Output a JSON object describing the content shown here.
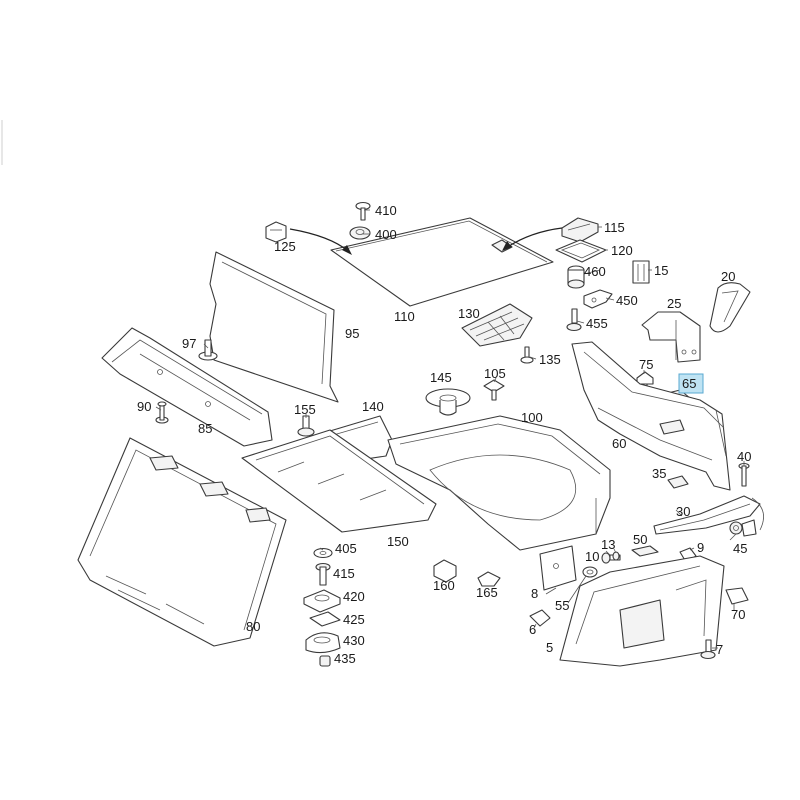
{
  "diagram": {
    "highlight_color": "#bfe3f3",
    "line_color": "#3a3a3a",
    "callouts": [
      {
        "id": "p110",
        "label": "110"
      },
      {
        "id": "p125",
        "label": "125"
      },
      {
        "id": "p410",
        "label": "410"
      },
      {
        "id": "p400",
        "label": "400"
      },
      {
        "id": "p115",
        "label": "115"
      },
      {
        "id": "p120",
        "label": "120"
      },
      {
        "id": "p460",
        "label": "460"
      },
      {
        "id": "p15",
        "label": "15"
      },
      {
        "id": "p20",
        "label": "20"
      },
      {
        "id": "p450",
        "label": "450"
      },
      {
        "id": "p455",
        "label": "455"
      },
      {
        "id": "p25",
        "label": "25"
      },
      {
        "id": "p95",
        "label": "95"
      },
      {
        "id": "p130",
        "label": "130"
      },
      {
        "id": "p97",
        "label": "97"
      },
      {
        "id": "p135",
        "label": "135"
      },
      {
        "id": "p75",
        "label": "75"
      },
      {
        "id": "p65",
        "label": "65",
        "highlighted": true
      },
      {
        "id": "p145",
        "label": "145"
      },
      {
        "id": "p105",
        "label": "105"
      },
      {
        "id": "p90",
        "label": "90"
      },
      {
        "id": "p85",
        "label": "85"
      },
      {
        "id": "p155",
        "label": "155"
      },
      {
        "id": "p140",
        "label": "140"
      },
      {
        "id": "p100",
        "label": "100"
      },
      {
        "id": "p60",
        "label": "60"
      },
      {
        "id": "p40",
        "label": "40"
      },
      {
        "id": "p35",
        "label": "35"
      },
      {
        "id": "p30",
        "label": "30"
      },
      {
        "id": "p150",
        "label": "150"
      },
      {
        "id": "p405",
        "label": "405"
      },
      {
        "id": "p50",
        "label": "50"
      },
      {
        "id": "p13",
        "label": "13"
      },
      {
        "id": "p9",
        "label": "9"
      },
      {
        "id": "p45",
        "label": "45"
      },
      {
        "id": "p10",
        "label": "10"
      },
      {
        "id": "p415",
        "label": "415"
      },
      {
        "id": "p160",
        "label": "160"
      },
      {
        "id": "p165",
        "label": "165"
      },
      {
        "id": "p8",
        "label": "8"
      },
      {
        "id": "p420",
        "label": "420"
      },
      {
        "id": "p55",
        "label": "55"
      },
      {
        "id": "p70",
        "label": "70"
      },
      {
        "id": "p425",
        "label": "425"
      },
      {
        "id": "p80",
        "label": "80"
      },
      {
        "id": "p6",
        "label": "6"
      },
      {
        "id": "p430",
        "label": "430"
      },
      {
        "id": "p7",
        "label": "7"
      },
      {
        "id": "p5",
        "label": "5"
      },
      {
        "id": "p435",
        "label": "435"
      }
    ]
  }
}
